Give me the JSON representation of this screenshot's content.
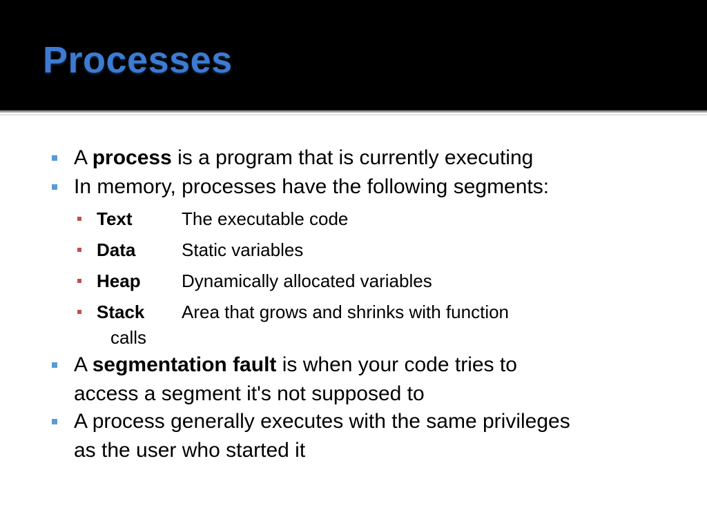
{
  "slide": {
    "title": "Processes",
    "bullets": [
      {
        "pre": "A ",
        "bold": "process",
        "post": " is a program that is currently executing"
      },
      {
        "text": "In memory, processes have the following segments:"
      },
      {
        "pre": "A ",
        "bold": "segmentation fault",
        "post": " is when your code tries to",
        "line2": "access a segment it's not supposed to"
      },
      {
        "text": "A process generally executes with the same privileges",
        "line2": "as the user who started it"
      }
    ],
    "segments": [
      {
        "term": "Text",
        "desc": "The executable code"
      },
      {
        "term": "Data",
        "desc": "Static variables"
      },
      {
        "term": "Heap",
        "desc": "Dynamically allocated variables"
      },
      {
        "term": "Stack",
        "desc": "Area that grows and shrinks with function",
        "cont": "calls"
      }
    ]
  },
  "colors": {
    "header_bg": "#000000",
    "title": "#3d7bd2",
    "bullet_level1": "#5b9bd5",
    "bullet_level2": "#c0504d"
  }
}
